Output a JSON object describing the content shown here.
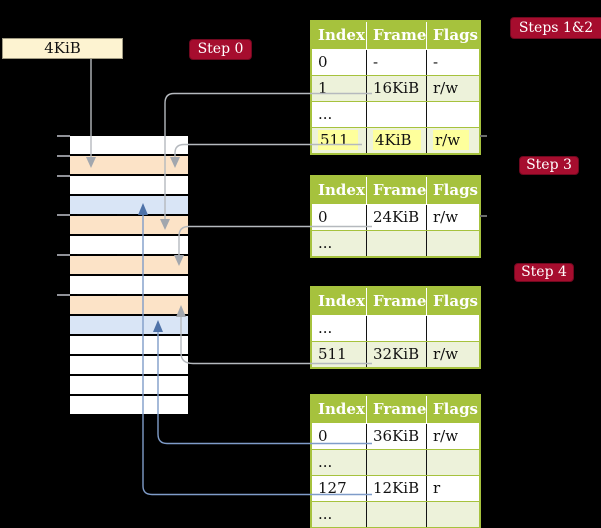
{
  "colors": {
    "bg": "#000000",
    "badge_red": "#a60d2e",
    "olive": "#a6c23d",
    "pale_green": "#edf2da",
    "peach": "#fce3c7",
    "blue_row": "#d9e5f6",
    "cream": "#fdf3d1",
    "highlight_yellow": "#feff9c",
    "line_gray": "#b5b9be",
    "arrow_gray": "#a2a7ae",
    "line_blue": "#7f9cc9",
    "arrow_blue": "#4f73a9",
    "tick_gray": "#909298"
  },
  "frame_box": {
    "label": "4KiB"
  },
  "badges": {
    "step0": "Step 0",
    "steps12": "Steps 1&2",
    "step3": "Step 3",
    "step4": "Step 4"
  },
  "columns": [
    "Index",
    "Frame",
    "Flags"
  ],
  "tables": [
    {
      "name": "page-table-steps-1-2",
      "rows": [
        {
          "cells": [
            "0",
            "-",
            "-"
          ],
          "shaded": false,
          "highlight": false
        },
        {
          "cells": [
            "1",
            "16KiB",
            "r/w"
          ],
          "shaded": true,
          "highlight": false
        },
        {
          "cells": [
            "...",
            "",
            ""
          ],
          "shaded": false,
          "highlight": false
        },
        {
          "cells": [
            "511",
            "4KiB",
            "r/w"
          ],
          "shaded": true,
          "highlight": true
        }
      ]
    },
    {
      "name": "page-table-step-3",
      "rows": [
        {
          "cells": [
            "0",
            "24KiB",
            "r/w"
          ],
          "shaded": false,
          "highlight": false
        },
        {
          "cells": [
            "...",
            "",
            ""
          ],
          "shaded": true,
          "highlight": false
        }
      ]
    },
    {
      "name": "page-table-step-4",
      "rows": [
        {
          "cells": [
            "...",
            "",
            ""
          ],
          "shaded": false,
          "highlight": false
        },
        {
          "cells": [
            "511",
            "32KiB",
            "r/w"
          ],
          "shaded": true,
          "highlight": false
        }
      ]
    },
    {
      "name": "page-table-final",
      "rows": [
        {
          "cells": [
            "0",
            "36KiB",
            "r/w"
          ],
          "shaded": false,
          "highlight": false
        },
        {
          "cells": [
            "...",
            "",
            ""
          ],
          "shaded": true,
          "highlight": false
        },
        {
          "cells": [
            "127",
            "12KiB",
            "r"
          ],
          "shaded": false,
          "highlight": false
        },
        {
          "cells": [
            "...",
            "",
            ""
          ],
          "shaded": true,
          "highlight": false
        }
      ]
    }
  ],
  "memory_stack": {
    "rows": [
      "white",
      "peach",
      "white",
      "blue",
      "peach",
      "white",
      "peach",
      "white",
      "peach",
      "blue",
      "white",
      "white",
      "white",
      "white"
    ],
    "tick_positions": [
      135,
      155,
      175,
      214,
      254,
      294
    ]
  }
}
